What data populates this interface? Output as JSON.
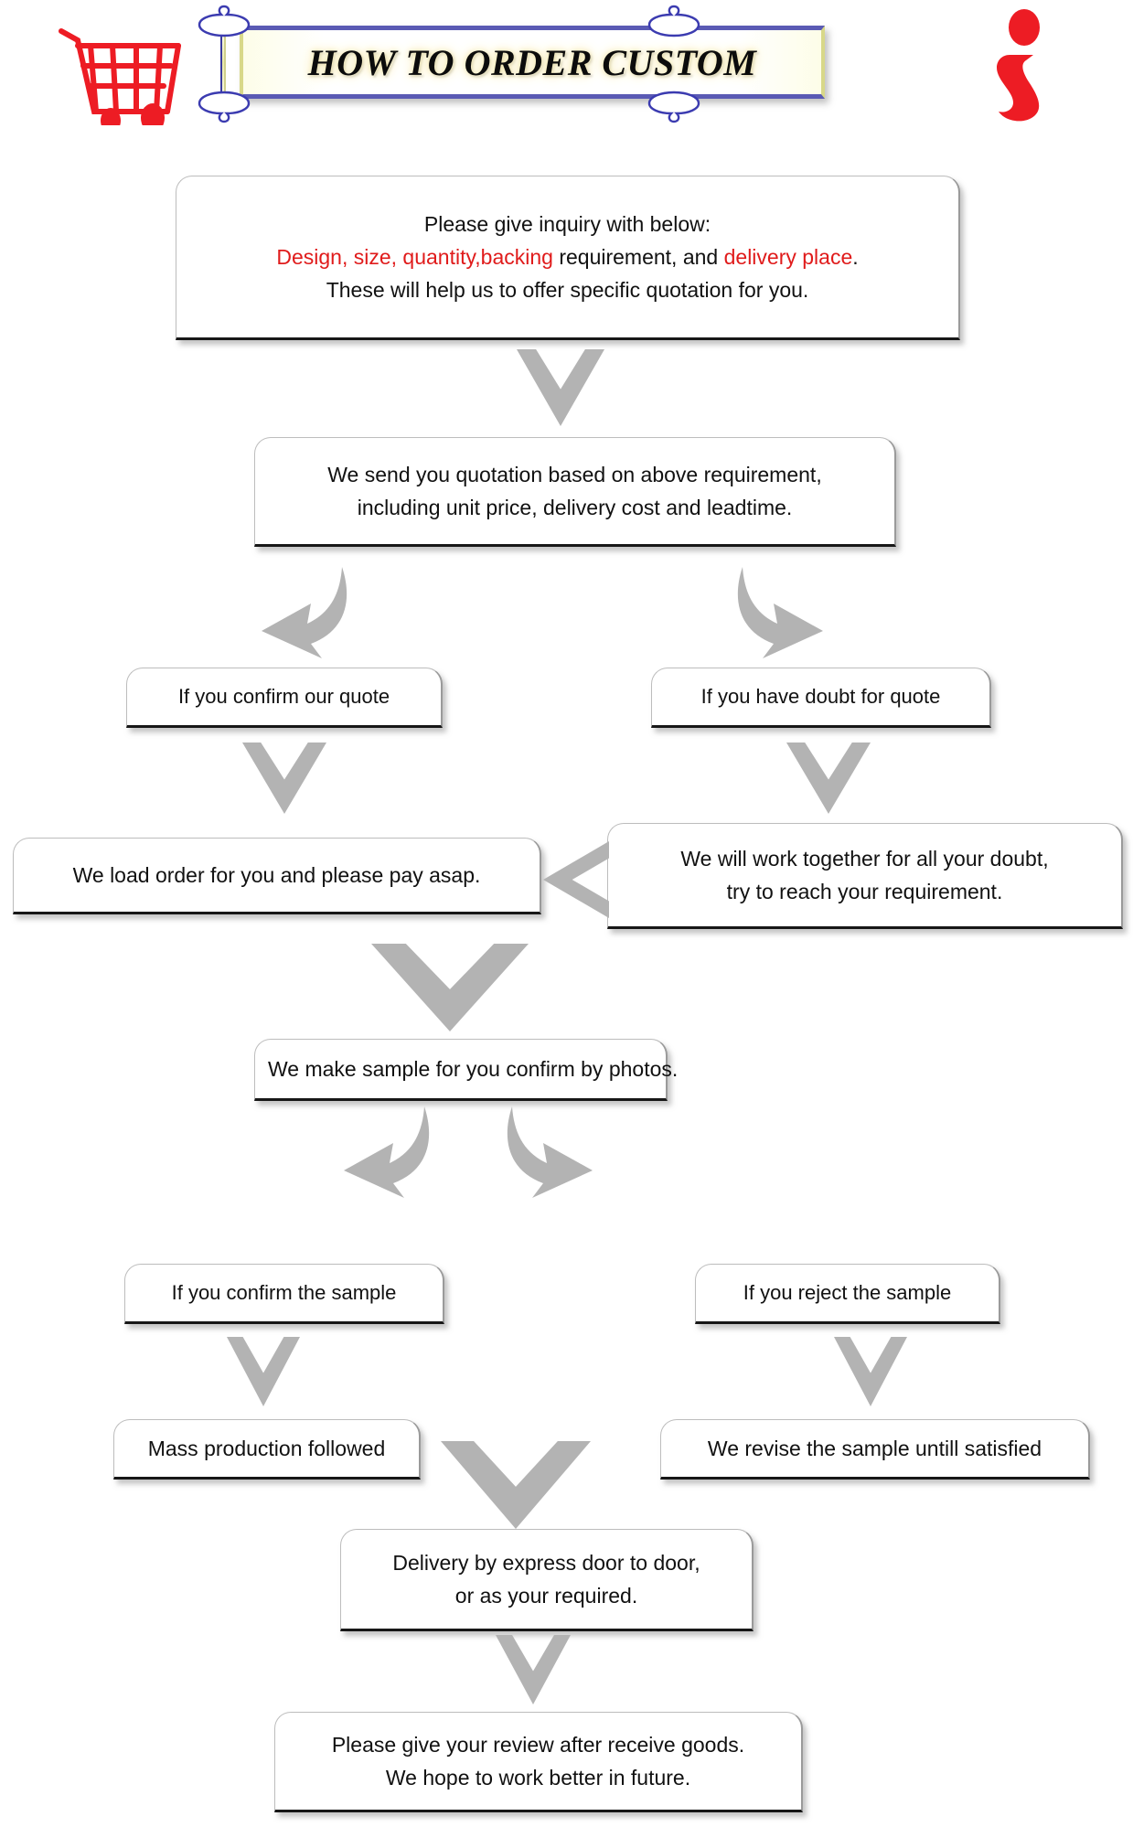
{
  "header": {
    "title": "HOW TO ORDER CUSTOM",
    "cart_icon": "shopping-cart-icon",
    "info_icon": "information-i-icon",
    "banner_border_color": "#5a5ab4",
    "banner_glow_color": "#f6eab0"
  },
  "colors": {
    "accent_red": "#e01b1b",
    "arrow_gray": "#b3b3b3",
    "box_border": "#171717",
    "background": "#ffffff"
  },
  "flow": {
    "inquiry": {
      "line1": "Please give inquiry with below:",
      "line2_a": "Design, size, quantity,backing",
      "line2_b": " requirement, and ",
      "line2_c": "delivery place",
      "line2_d": ".",
      "line3": "These will help us to offer specific quotation for you."
    },
    "quotation": {
      "line1": "We send you quotation based on above requirement,",
      "line2": "including unit price, delivery cost and leadtime."
    },
    "confirm_quote": {
      "line1": "If you confirm our quote"
    },
    "doubt_quote": {
      "line1": "If you have doubt for quote"
    },
    "load_order": {
      "line1": "We load order for you and please pay asap."
    },
    "work_together": {
      "line1": "We will work together for all your doubt,",
      "line2": "try to reach your requirement."
    },
    "make_sample": {
      "line1": "We make sample for you confirm by photos."
    },
    "confirm_sample": {
      "line1": "If you confirm the sample"
    },
    "reject_sample": {
      "line1": "If you reject the sample"
    },
    "mass_production": {
      "line1": "Mass production followed"
    },
    "revise_sample": {
      "line1": "We revise the sample untill satisfied"
    },
    "delivery": {
      "line1": "Delivery by express door to door,",
      "line2": "or as your required."
    },
    "review": {
      "line1": "Please give your review after receive goods.",
      "line2": "We hope to work better in future."
    }
  },
  "arrows": {
    "inquiry_to_quotation": "down-chevron-arrow",
    "quotation_to_confirm": "curved-arrow-down-left",
    "quotation_to_doubt": "curved-arrow-down-right",
    "confirm_to_load": "down-chevron-arrow",
    "doubt_to_work": "down-chevron-arrow",
    "work_to_load": "left-chevron-arrow",
    "load_to_sample": "down-chevron-arrow",
    "sample_to_confirm": "curved-arrow-down-left",
    "sample_to_reject": "curved-arrow-down-right",
    "confirm_to_mass": "down-chevron-arrow",
    "reject_to_revise": "down-chevron-arrow",
    "mass_to_delivery": "down-chevron-arrow",
    "delivery_to_review": "down-chevron-arrow"
  }
}
